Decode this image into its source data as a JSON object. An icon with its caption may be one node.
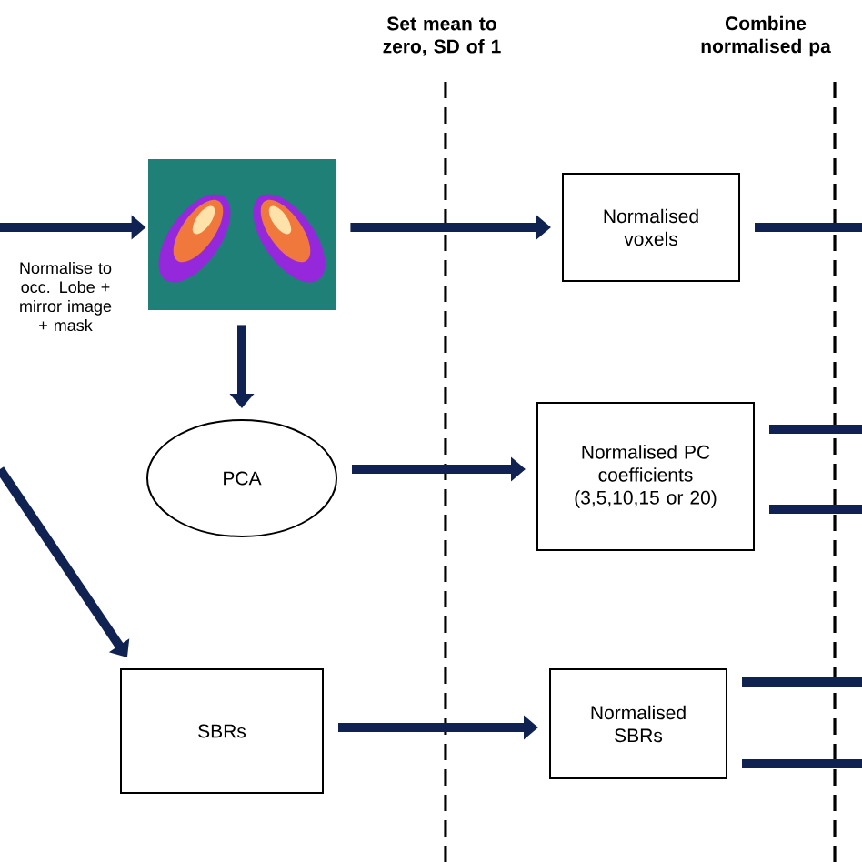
{
  "diagram": {
    "nodes": [
      {
        "text": [],
        "shape": "picture"
      },
      {
        "text": [
          "Normalised voxels"
        ]
      },
      {
        "text": [
          "PCA"
        ]
      },
      {
        "text": [
          "Normalised PC coefficients (3,5,10,15 or 20)"
        ]
      },
      {
        "text": [
          "SBRs"
        ]
      },
      {
        "text": [
          "Normalised SBRs"
        ]
      }
    ],
    "edges": [
      {
        "from": null,
        "to": 0,
        "arrow": "to",
        "label": "Normalise to occ. Lobe + mirror image + mask"
      },
      {
        "from": 0,
        "to": 1,
        "arrow": "to"
      },
      {
        "from": 0,
        "to": 2,
        "arrow": "to"
      },
      {
        "from": 2,
        "to": 3,
        "arrow": "to"
      },
      {
        "from": null,
        "to": 4,
        "arrow": "to"
      },
      {
        "from": 4,
        "to": 5,
        "arrow": "to"
      },
      {
        "from": 1,
        "to": null,
        "arrow": "none"
      },
      {
        "from": 3,
        "to": null,
        "arrow": "none"
      },
      {
        "from": 3,
        "to": null,
        "arrow": "none"
      },
      {
        "from": 5,
        "to": null,
        "arrow": "none"
      },
      {
        "from": 5,
        "to": null,
        "arrow": "none"
      }
    ],
    "labels": [
      "Set mean to zero, SD of 1",
      "Combine normalised pa"
    ]
  }
}
